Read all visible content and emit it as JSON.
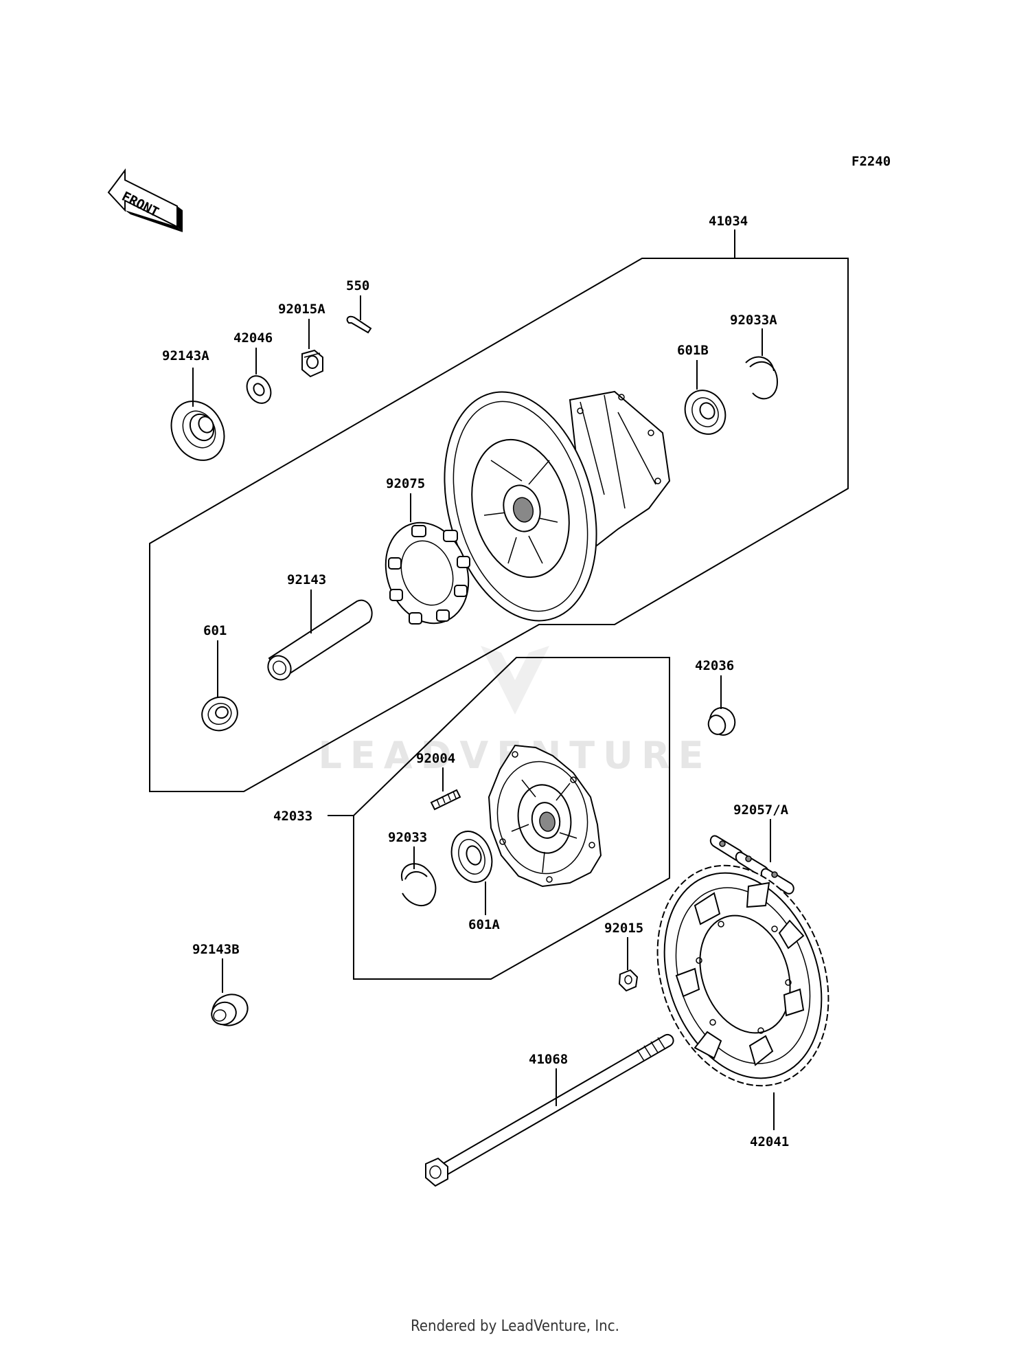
{
  "diagram_code": "F2240",
  "front_arrow_label": "FRONT",
  "watermark": "LEADVENTURE",
  "footer": "Rendered by LeadVenture, Inc.",
  "parts": {
    "p41034": "41034",
    "p550": "550",
    "p92015A": "92015A",
    "p42046": "42046",
    "p92143A": "92143A",
    "p601B": "601B",
    "p92033A": "92033A",
    "p92075": "92075",
    "p92143": "92143",
    "p601": "601",
    "p42036": "42036",
    "p92004": "92004",
    "p42033": "42033",
    "p92033": "92033",
    "p601A": "601A",
    "p92057A": "92057/A",
    "p92015": "92015",
    "p92143B": "92143B",
    "p41068": "41068",
    "p42041": "42041"
  }
}
